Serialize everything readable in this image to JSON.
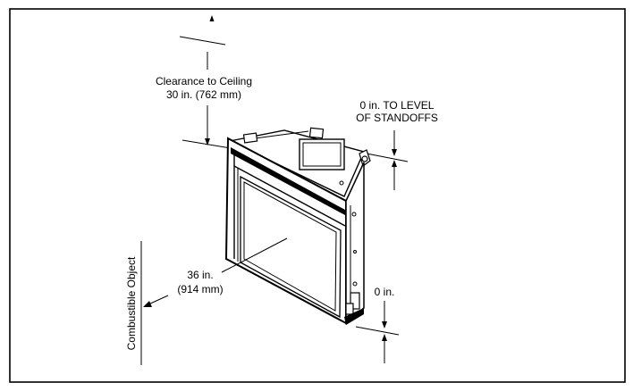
{
  "labels": {
    "ceiling_line1": "Clearance to Ceiling",
    "ceiling_line2": "30 in. (762 mm)",
    "standoffs_line1": "0 in. TO LEVEL",
    "standoffs_line2": "OF STANDOFFS",
    "width_line1": "36 in.",
    "width_line2": "(914 mm)",
    "bottom": "0 in.",
    "combustible": "Combustible Object"
  },
  "colors": {
    "line": "#000000",
    "background": "#ffffff"
  }
}
